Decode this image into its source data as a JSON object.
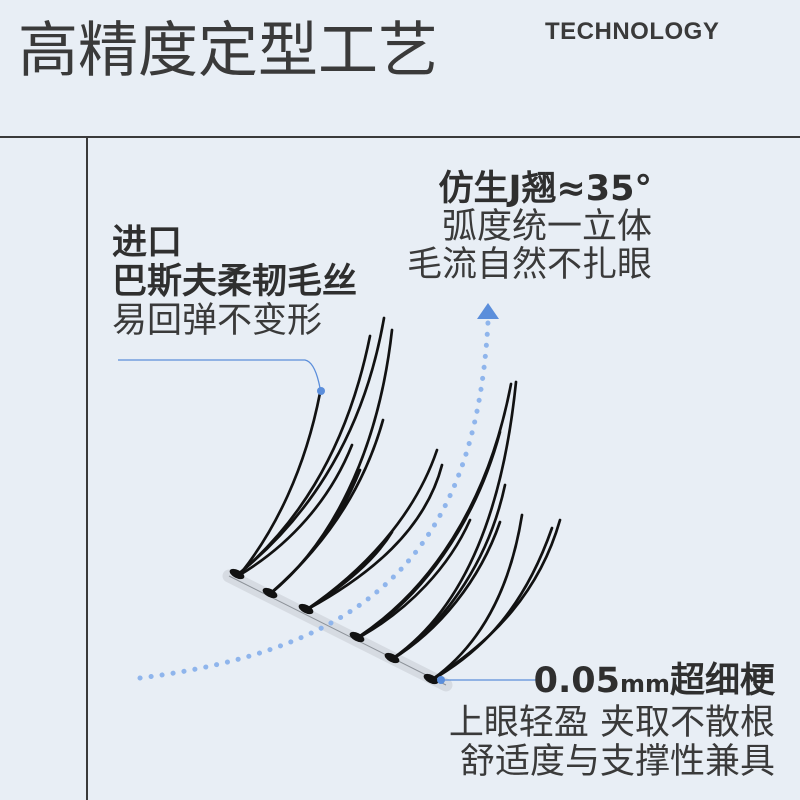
{
  "title": "高精度定型工艺",
  "subtitle": "TECHNOLOGY",
  "callouts": {
    "material": {
      "line1": "进口",
      "line2": "巴斯夫柔韧毛丝",
      "line3": "易回弹不变形"
    },
    "curl": {
      "line1": "仿生J翘≈35°",
      "line2": "弧度统一立体",
      "line3": "毛流自然不扎眼"
    },
    "stem": {
      "value": "0.05",
      "unit": "mm",
      "label": "超细梗",
      "line2": "上眼轻盈 夹取不散根",
      "line3": "舒适度与支撑性兼具"
    }
  },
  "colors": {
    "background": "#e8eef5",
    "text": "#3a3a3a",
    "heading": "#2f2f2f",
    "rule": "#3a3a3a",
    "accent": "#5b8edb",
    "dots": "#8fb5ec",
    "lash": "#121212"
  }
}
